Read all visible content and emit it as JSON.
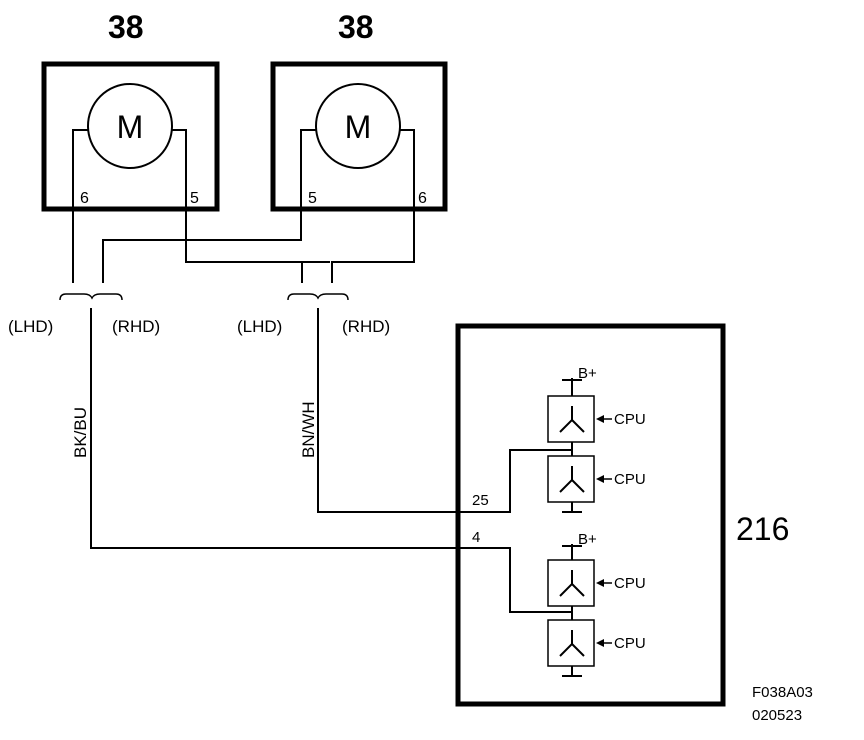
{
  "motors": [
    {
      "ref": "38",
      "symbol": "M",
      "pin_left": "6",
      "pin_right": "5"
    },
    {
      "ref": "38",
      "symbol": "M",
      "pin_left": "5",
      "pin_right": "6"
    }
  ],
  "options": {
    "left_pair": {
      "a": "(LHD)",
      "b": "(RHD)"
    },
    "right_pair": {
      "a": "(LHD)",
      "b": "(RHD)"
    }
  },
  "wires": {
    "left": "BK/BU",
    "right": "BN/WH"
  },
  "module": {
    "ref": "216",
    "pin_upper": "25",
    "pin_lower": "4",
    "supply_label": "B+",
    "cpu_label": "CPU"
  },
  "figure_code": {
    "line1": "F038A03",
    "line2": "020523"
  }
}
